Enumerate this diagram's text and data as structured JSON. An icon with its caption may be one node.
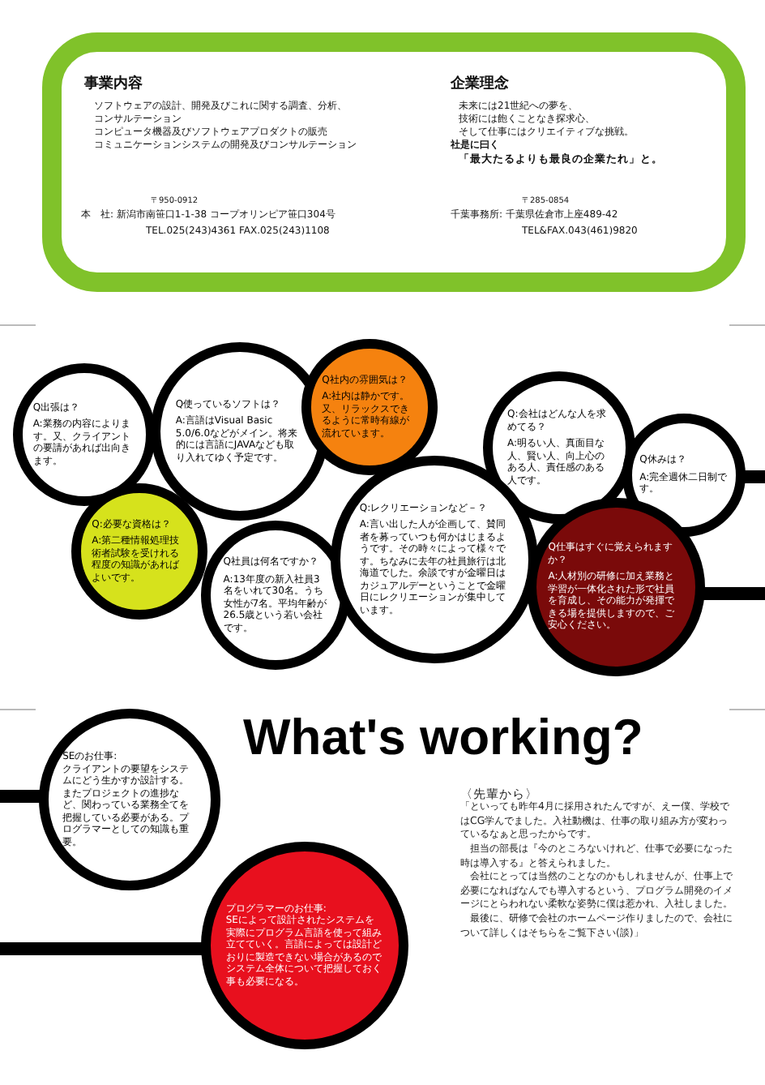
{
  "diagram": {
    "title": "What's working?",
    "nodes": [
      {
        "text": [
          "事業内容",
          "ソフトウェアの設計、開発及びこれに関する調査、分析、",
          "コンサルテーション",
          "コンピュータ機器及びソフトウェアプロダクトの販売",
          "コミュニケーションシステムの開発及びコンサルテーション",
          "企業理念",
          "未来には21世紀への夢を、",
          "技術には飽くことなき探求心、",
          "そして仕事にはクリエイティブな挑戦。",
          "社是に曰く",
          "「最大たるよりも最良の企業たれ」と。",
          "〒950-0912",
          "本　社:  新潟市南笹口1-1-38 コープオリンピア笹口304号",
          "TEL.025(243)4361 FAX.025(243)1108",
          "〒285-0854",
          "千葉事務所:  千葉県佐倉市上座489-42",
          "TEL&FAX.043(461)9820"
        ]
      },
      {
        "text": [
          "Q出張は？",
          "A:業務の内容によります。又、クライアントの要請があれば出向きます。"
        ]
      },
      {
        "text": [
          "Q使っているソフトは？",
          "A:言語はVisual Basic 5.0/6.0などがメイン。将来的には言語にJAVAなども取り入れてゆく予定です。"
        ]
      },
      {
        "text": [
          "Q社内の雰囲気は？",
          "A:社内は静かです。又、リラックスできるように常時有線が流れています。"
        ]
      },
      {
        "text": [
          "Q:会社はどんな人を求めてる？",
          "A:明るい人、真面目な人、賢い人、向上心のある人、責任感のある人です。"
        ]
      },
      {
        "text": [
          "Q休みは？",
          "A:完全週休二日制です。"
        ]
      },
      {
        "text": [
          "Q:必要な資格は？",
          "A:第二種情報処理技術者試験を受けれる程度の知識があればよいです。"
        ]
      },
      {
        "text": [
          "Q社員は何名ですか？",
          "A:13年度の新入社員3名をいれて30名。うち女性が7名。平均年齢が26.5歳という若い会社です。"
        ]
      },
      {
        "text": [
          "Q:レクリエーションなど－？",
          "A:言い出した人が企画して、賛同者を募っていつも何かはじまるようです。その時々によって様々です。ちなみに去年の社員旅行は北海道でした。余談ですが金曜日はカジュアルデーということで金曜日にレクリエーションが集中しています。"
        ]
      },
      {
        "text": [
          "Q仕事はすぐに覚えられますか？",
          "A:人材別の研修に加え業務と学習が一体化された形で社員を育成し、その能力が発揮できる場を提供しますので、ご安心ください。"
        ]
      },
      {
        "text": [
          "SEのお仕事:",
          "クライアントの要望をシステムにどう生かすか設計する。またプロジェクトの進捗など、関わっている業務全てを把握している必要がある。プログラマーとしての知識も重要。"
        ]
      },
      {
        "text": [
          "プログラマーのお仕事:",
          "SEによって設計されたシステムを実際にプログラム言語を使って組み立てていく。言語によっては設計どおりに製造できない場合があるのでシステム全体について把握しておく事も必要になる。"
        ]
      }
    ],
    "labels": [
      "〈先輩から〉",
      "「といっても昨年4月に採用されたんですが、えー僕、学校ではCG学んでました。入社動機は、仕事の取り組み方が変わっているなぁと思ったからです。",
      "担当の部長は『今のところないけれど、仕事で必要になった時は導入する』と答えられました。",
      "会社にとっては当然のことなのかもしれませんが、仕事上で必要になればなんでも導入するという、プログラム開発のイメージにとらわれない柔軟な姿勢に僕は惹かれ、入社しました。",
      "最後に、研修で会社のホームページ作りましたので、会社について詳しくはそちらをご覧下さい(談)」"
    ]
  }
}
